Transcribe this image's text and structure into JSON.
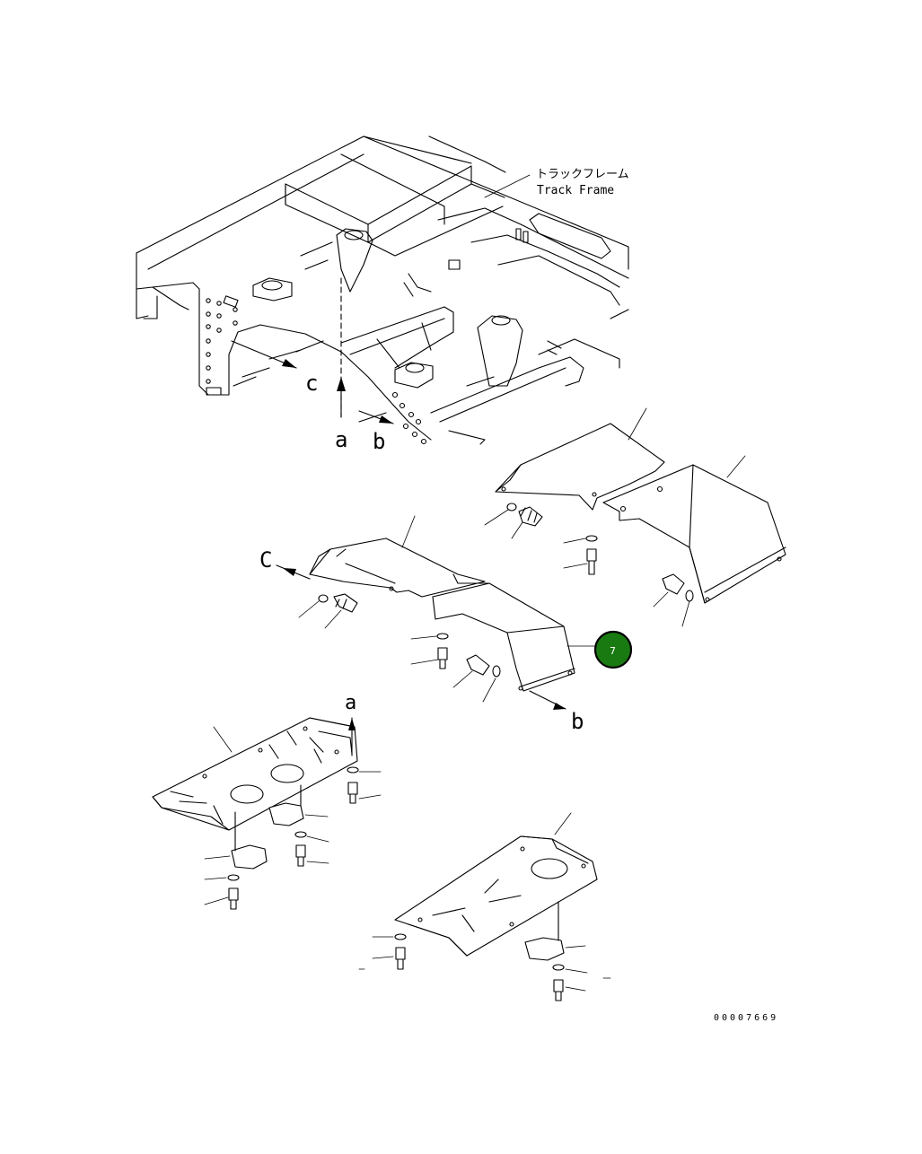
{
  "title_jp": "トラックフレーム",
  "title_en": "Track Frame",
  "view_letters": {
    "a": "a",
    "b": "b",
    "c": "c",
    "c_upper": "C"
  },
  "callout": {
    "number": "7",
    "color": "#1a7a12",
    "stroke": "#000000"
  },
  "drawing_number": "00007669"
}
